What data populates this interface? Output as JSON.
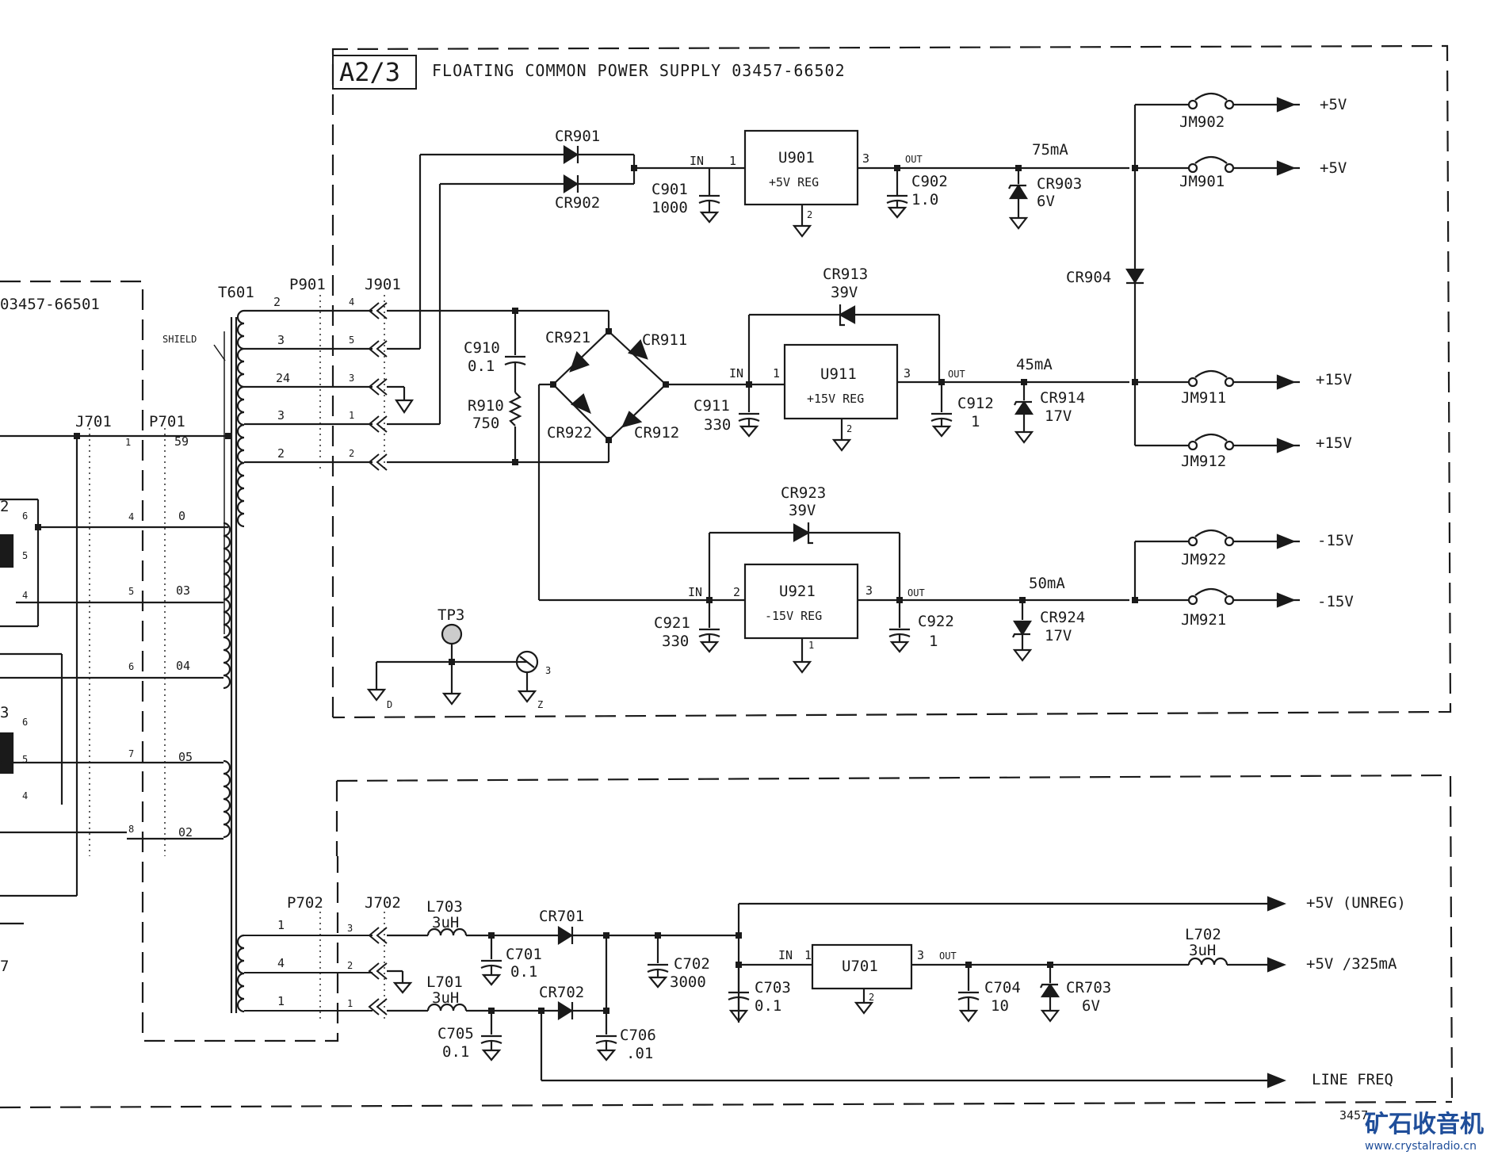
{
  "board": {
    "id": "A2/3",
    "title": "FLOATING COMMON POWER SUPPLY 03457-66502",
    "left_board_partial": "03457-66501"
  },
  "components": {
    "T601": "T601",
    "SHIELD": "SHIELD",
    "P901": "P901",
    "J901": "J901",
    "J701": "J701",
    "P701": "P701",
    "P702": "P702",
    "J702": "J702",
    "CR901": "CR901",
    "CR902": "CR902",
    "U901": "U901",
    "U901_desc": "+5V REG",
    "C901": "C901",
    "C901_val": "1000",
    "C902": "C902",
    "C902_val": "1.0",
    "CR903": "CR903",
    "CR903_val": "6V",
    "JM902": "JM902",
    "JM901": "JM901",
    "CR904": "CR904",
    "CR913": "CR913",
    "CR913_val": "39V",
    "CR921": "CR921",
    "CR911": "CR911",
    "CR922": "CR922",
    "CR912": "CR912",
    "C910": "C910",
    "C910_val": "0.1",
    "R910": "R910",
    "R910_val": "750",
    "U911": "U911",
    "U911_desc": "+15V REG",
    "C911": "C911",
    "C911_val": "330",
    "C912": "C912",
    "C912_val": "1",
    "CR914": "CR914",
    "CR914_val": "17V",
    "JM911": "JM911",
    "JM912": "JM912",
    "CR923": "CR923",
    "CR923_val": "39V",
    "U921": "U921",
    "U921_desc": "-15V REG",
    "C921": "C921",
    "C921_val": "330",
    "C922": "C922",
    "C922_val": "1",
    "CR924": "CR924",
    "CR924_val": "17V",
    "JM922": "JM922",
    "JM921": "JM921",
    "TP3": "TP3",
    "L703": "L703",
    "L703_val": "3uH",
    "L701": "L701",
    "L701_val": "3uH",
    "CR701": "CR701",
    "CR702": "CR702",
    "C701": "C701",
    "C701_val": "0.1",
    "C705": "C705",
    "C705_val": "0.1",
    "C702": "C702",
    "C702_val": "3000",
    "C703": "C703",
    "C703_val": "0.1",
    "C706": "C706",
    "C706_val": ".01",
    "U701": "U701",
    "C704": "C704",
    "C704_val": "10",
    "CR703": "CR703",
    "CR703_val": "6V",
    "L702": "L702",
    "L702_val": "3uH"
  },
  "currents": {
    "i_5v": "75mA",
    "i_15v": "45mA",
    "i_m15v": "50mA"
  },
  "outputs": {
    "p5v_a": "+5V",
    "p5v_b": "+5V",
    "p15v_a": "+15V",
    "p15v_b": "+15V",
    "m15v_a": "-15V",
    "m15v_b": "-15V",
    "unreg": "+5V (UNREG)",
    "reg325": "+5V /325mA",
    "linefreq": "LINE FREQ"
  },
  "pins": {
    "in": "IN",
    "out": "OUT",
    "one": "1",
    "two": "2",
    "three": "3",
    "four": "4",
    "five": "5",
    "six": "6",
    "seven": "7",
    "eight": "8",
    "d": "D",
    "z": "Z"
  },
  "wires": {
    "w2": "2",
    "w3": "3",
    "w24": "24",
    "w59": "59",
    "w0": "0",
    "w03": "03",
    "w04": "04",
    "w05": "05",
    "w02": "02",
    "w1": "1",
    "w4": "4"
  },
  "left_partial": {
    "ref_a": "2",
    "ref_b": "3",
    "ref_c": "7"
  },
  "drawing_number": "3457",
  "watermark": {
    "text": "矿石收音机",
    "url": "www.crystalradio.cn"
  }
}
